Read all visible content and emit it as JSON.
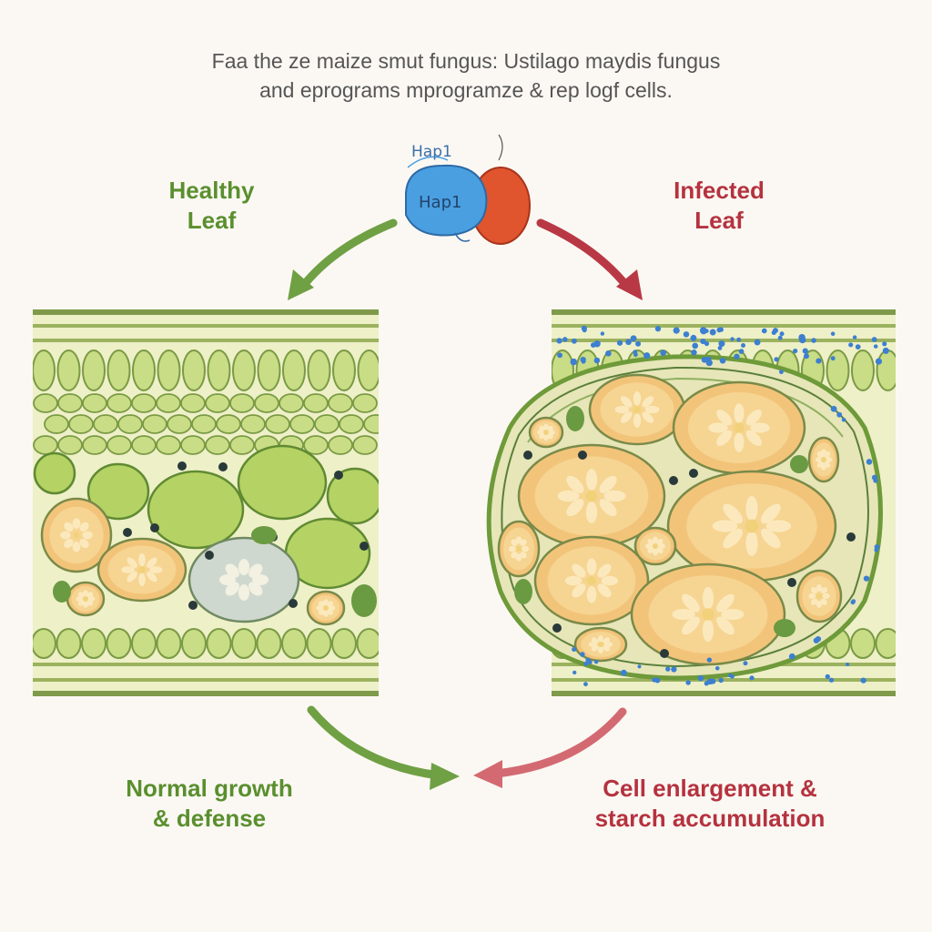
{
  "title": {
    "line1": "Faa the ze maize smut fungus: Ustilago maydis fungus",
    "line2": "and eprograms mprogramze & rep logf cells."
  },
  "protein": {
    "label_top": "Hap1",
    "label_inner": "Hap1"
  },
  "healthy": {
    "title_line1": "Healthy",
    "title_line2": "Leaf",
    "caption_line1": "Normal growth",
    "caption_line2": "& defense"
  },
  "infected": {
    "title_line1": "Infected",
    "title_line2": "Leaf",
    "caption_line1": "Cell enlargement &",
    "caption_line2": "starch accumulation"
  },
  "colors": {
    "healthy": "#5a8f2e",
    "infected": "#b5323f",
    "protein_blue": "#4a9fe0",
    "protein_red": "#e0542e",
    "cell_green": "#c9dc86",
    "starch": "#f2c47a"
  }
}
